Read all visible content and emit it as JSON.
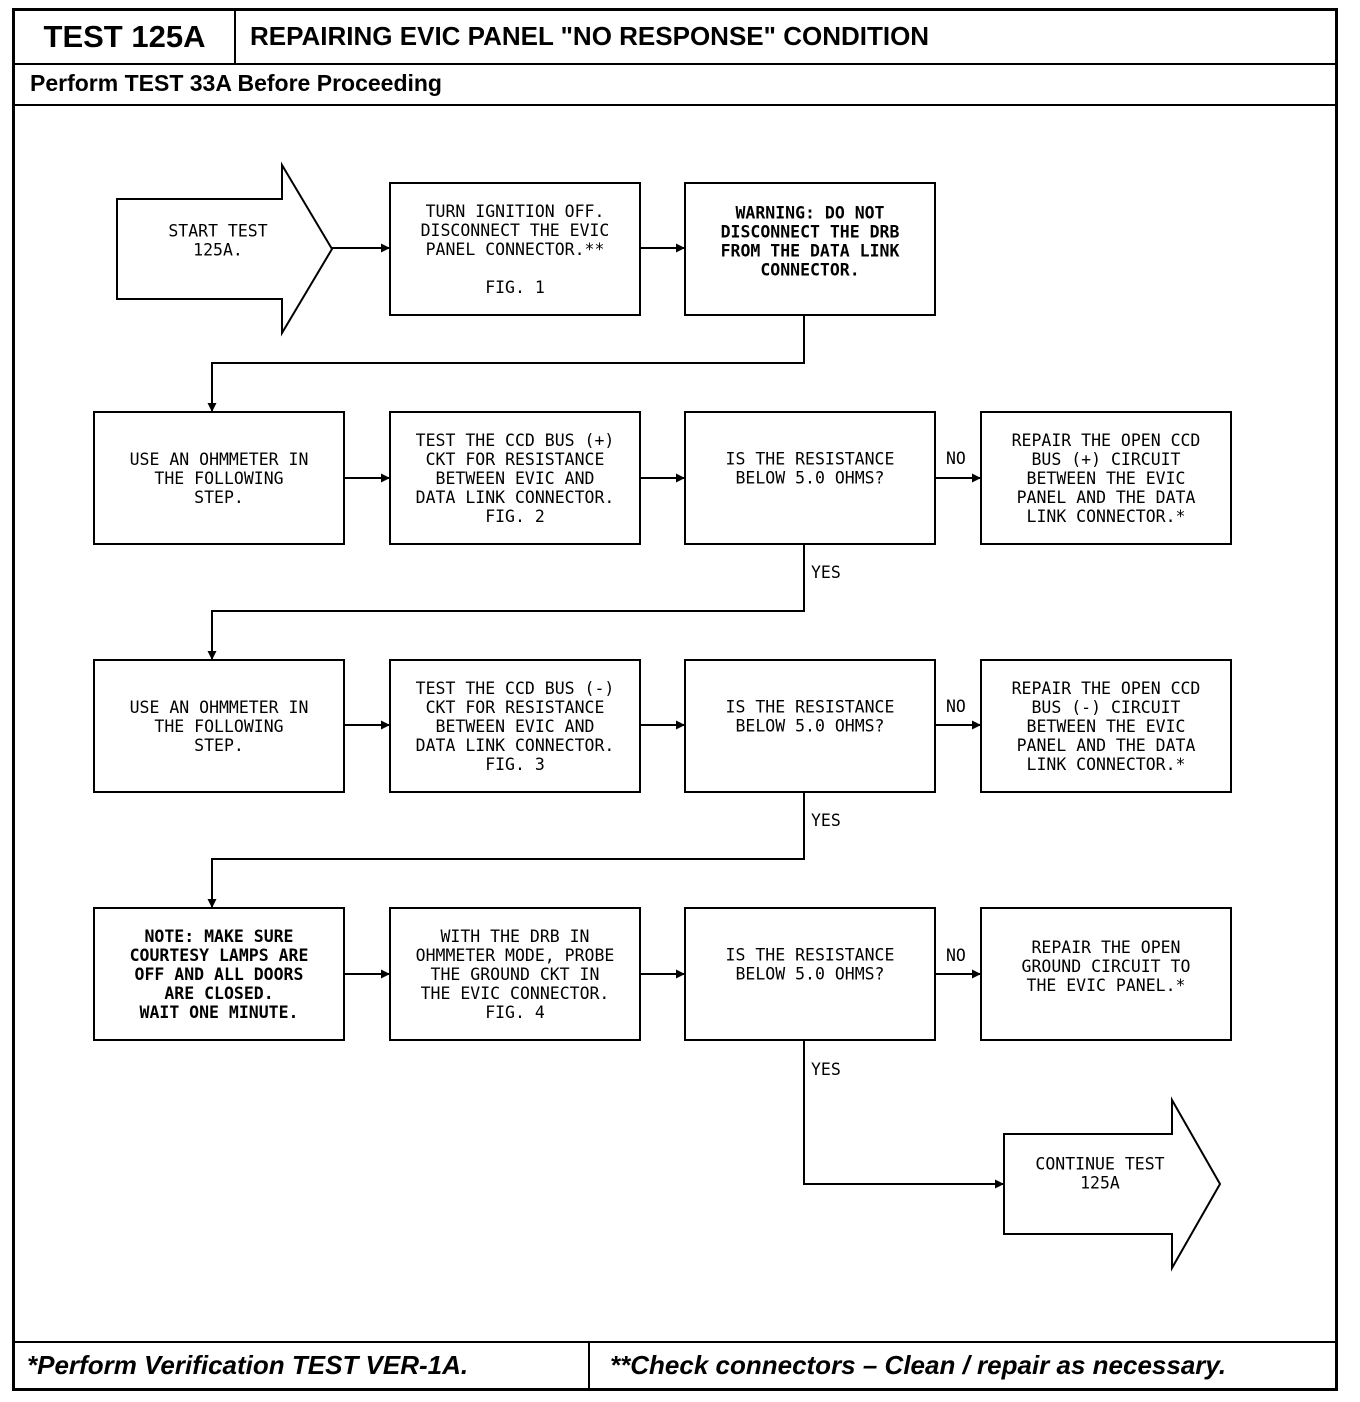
{
  "header": {
    "test_id": "TEST 125A",
    "title": "REPAIRING EVIC PANEL \"NO RESPONSE\" CONDITION",
    "subtitle": "Perform TEST 33A Before Proceeding"
  },
  "footer": {
    "left_note": "*Perform Verification TEST VER-1A.",
    "right_note": "**Check connectors – Clean / repair as necessary."
  },
  "labels": {
    "no": "NO",
    "yes": "YES"
  },
  "flow": {
    "start": [
      "START TEST",
      "125A."
    ],
    "step1": [
      "TURN IGNITION OFF.",
      "DISCONNECT THE EVIC",
      "PANEL CONNECTOR.**",
      "",
      "FIG. 1"
    ],
    "warning": [
      "WARNING: DO NOT",
      "DISCONNECT THE DRB",
      "FROM THE DATA LINK",
      "CONNECTOR."
    ],
    "row1": {
      "prep": [
        "USE AN OHMMETER IN",
        "THE FOLLOWING",
        "STEP."
      ],
      "test": [
        "TEST THE CCD BUS (+)",
        "CKT FOR RESISTANCE",
        "BETWEEN EVIC AND",
        "DATA LINK CONNECTOR.",
        "FIG. 2"
      ],
      "question": [
        "IS THE RESISTANCE",
        "BELOW 5.0 OHMS?"
      ],
      "repair": [
        "REPAIR THE OPEN CCD",
        "BUS (+) CIRCUIT",
        "BETWEEN THE EVIC",
        "PANEL AND THE DATA",
        "LINK CONNECTOR.*"
      ]
    },
    "row2": {
      "prep": [
        "USE AN OHMMETER IN",
        "THE FOLLOWING",
        "STEP."
      ],
      "test": [
        "TEST THE CCD BUS (-)",
        "CKT FOR RESISTANCE",
        "BETWEEN EVIC AND",
        "DATA LINK CONNECTOR.",
        "FIG. 3"
      ],
      "question": [
        "IS THE RESISTANCE",
        "BELOW 5.0 OHMS?"
      ],
      "repair": [
        "REPAIR THE OPEN CCD",
        "BUS (-) CIRCUIT",
        "BETWEEN THE EVIC",
        "PANEL AND THE DATA",
        "LINK CONNECTOR.*"
      ]
    },
    "row3": {
      "note": [
        "NOTE: MAKE SURE",
        "COURTESY LAMPS ARE",
        "OFF AND ALL DOORS",
        "ARE CLOSED.",
        "WAIT ONE MINUTE."
      ],
      "test": [
        "WITH THE DRB IN",
        "OHMMETER MODE, PROBE",
        "THE GROUND CKT IN",
        "THE EVIC CONNECTOR.",
        "FIG. 4"
      ],
      "question": [
        "IS THE RESISTANCE",
        "BELOW 5.0 OHMS?"
      ],
      "repair": [
        "REPAIR THE OPEN",
        "GROUND CIRCUIT TO",
        "THE EVIC PANEL.*"
      ]
    },
    "end": [
      "CONTINUE TEST",
      "125A"
    ]
  }
}
